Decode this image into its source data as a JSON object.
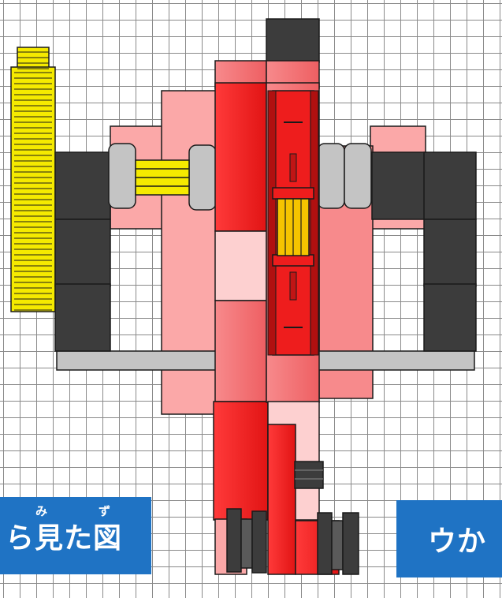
{
  "labels": {
    "left": {
      "text": "ら見た図",
      "ruby_mi": "み",
      "ruby_zu": "ず"
    },
    "right": {
      "text": "ウか"
    }
  },
  "colors": {
    "grid_line": "#8a8a8a",
    "label_bg": "#1f73c4",
    "label_text": "#ffffff",
    "red": "#ee1d1d",
    "mid_pink": "#f5777a",
    "light_pink": "#fba8a8",
    "pale_pink": "#fdd0d0",
    "dark_block": "#3c3c3c",
    "gray_axle": "#c4c4c4",
    "yellow_gear": "#f5ea00"
  },
  "icons": {
    "gear": "gear-icon",
    "wheel": "wheel-icon",
    "axle": "axle-icon"
  }
}
